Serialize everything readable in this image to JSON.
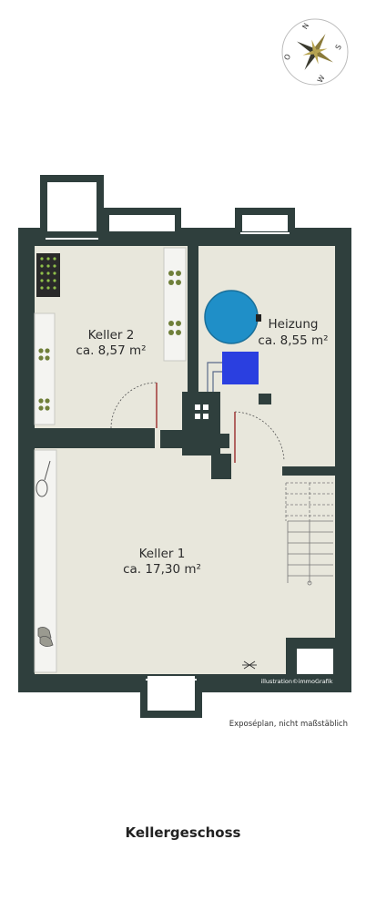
{
  "compass": {
    "north": "N",
    "east": "O",
    "south": "S",
    "west": "W"
  },
  "rooms": [
    {
      "name": "Keller 2",
      "area": "ca. 8,57 m²"
    },
    {
      "name": "Heizung",
      "area": "ca. 8,55 m²"
    },
    {
      "name": "Keller 1",
      "area": "ca. 17,30 m²"
    }
  ],
  "credit": "illustration©immoGrafik",
  "footnote": "Exposéplan, nicht maßstäblich",
  "floor_title": "Kellergeschoss",
  "colors": {
    "wall": "#2f3f3d",
    "floor": "#e8e7dc",
    "heating_tank": "#1f8fc8",
    "heating_unit": "#2a3fe0",
    "cabinet": "#f4f4f1",
    "window_frame": "#2f3f3d"
  },
  "icons": [
    "compass-rose-icon",
    "wine-rack-icon",
    "bottle-icon",
    "tennis-racket-icon",
    "shoes-icon",
    "ceiling-lamp-icon"
  ]
}
